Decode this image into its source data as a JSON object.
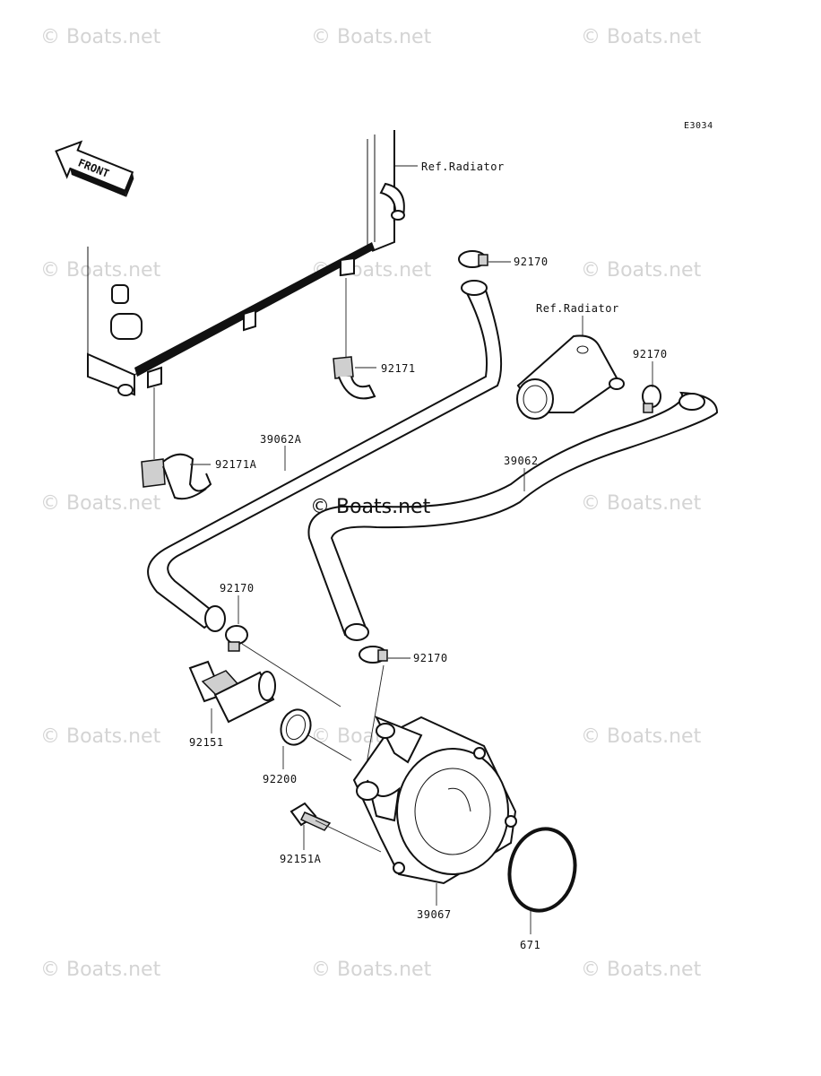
{
  "diagram_code": "E3034",
  "front_label": "FRONT",
  "watermark_text": "© Boats.net",
  "center_watermark": "© Boats.net",
  "labels": {
    "ref_radiator_top": "Ref.Radiator",
    "ref_radiator_mid": "Ref.Radiator",
    "p92170_a": "92170",
    "p92170_b": "92170",
    "p92170_c": "92170",
    "p92170_d": "92170",
    "p92171": "92171",
    "p92171A": "92171A",
    "p39062A": "39062A",
    "p39062": "39062",
    "p92151": "92151",
    "p92200": "92200",
    "p92151A": "92151A",
    "p39067": "39067",
    "p671": "671"
  },
  "colors": {
    "ink": "#111111",
    "watermark": "#d4d4d4"
  }
}
